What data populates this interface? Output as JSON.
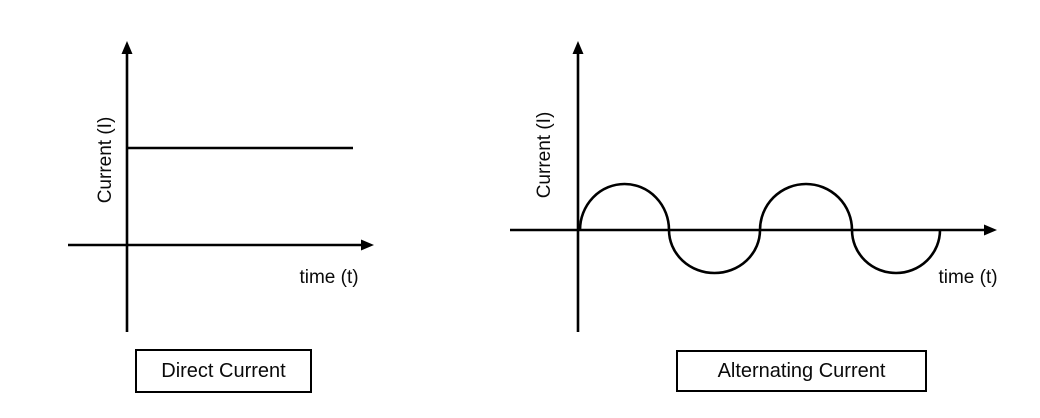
{
  "page": {
    "background_color": "#ffffff",
    "stroke_color": "#000000",
    "description": "Comparison diagram of direct current versus alternating current waveforms on current-vs-time axes"
  },
  "panels": [
    {
      "id": "dc",
      "y_axis_label": "Current (I)",
      "x_axis_label": "time (t)",
      "caption": "Direct Current",
      "waveform": "constant-positive-level"
    },
    {
      "id": "ac",
      "y_axis_label": "Current (I)",
      "x_axis_label": "time (t)",
      "caption": "Alternating Current",
      "waveform": "sine-two-cycles"
    }
  ]
}
